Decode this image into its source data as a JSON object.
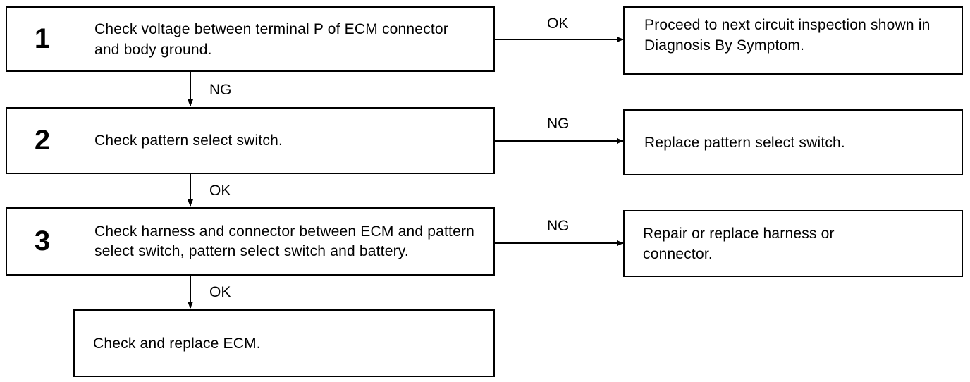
{
  "steps": [
    {
      "number": "1",
      "text": "Check voltage between terminal P of ECM connector and body ground."
    },
    {
      "number": "2",
      "text": "Check pattern select switch."
    },
    {
      "number": "3",
      "text": "Check harness and connector between ECM and pattern select switch, pattern select switch and battery."
    },
    {
      "number": "",
      "text": "Check and replace ECM."
    }
  ],
  "outcomes": [
    {
      "text": "Proceed to next circuit inspection shown in Diagnosis By Symptom."
    },
    {
      "text": "Replace pattern select switch."
    },
    {
      "text": "Repair or replace harness or connector."
    }
  ],
  "labels": {
    "side_1": "OK",
    "side_2": "NG",
    "side_3": "NG",
    "down_1": "NG",
    "down_2": "OK",
    "down_3": "OK"
  }
}
